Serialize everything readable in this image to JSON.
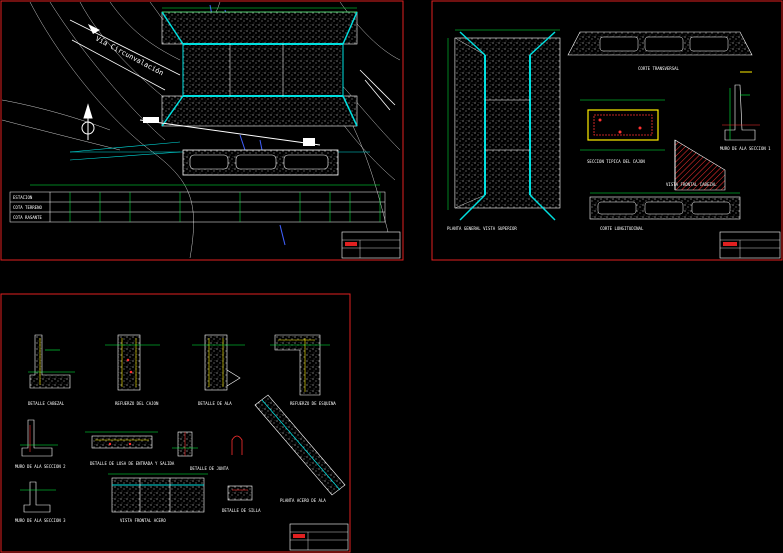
{
  "sheets": [
    {
      "id": "sheet-1",
      "title_block": "",
      "notes": [
        "Via Circunvalacion"
      ]
    },
    {
      "id": "sheet-2",
      "title_block": ""
    },
    {
      "id": "sheet-3",
      "title_block": ""
    }
  ],
  "labels": {
    "road_name": "Vía Circunvalación",
    "road_label_right": "",
    "plan_caption": "PLANTA GENERAL VISTA SUPERIOR",
    "section_caption": "CORTE TRANSVERSAL",
    "box_section_caption": "SECCION TIPICA DEL CAJON",
    "wing_caption": "MURO DE ALA SECCION 1",
    "detail_long_caption": "VISTA FRONTAL CABEZAL",
    "longitudinal_caption": "CORTE LONGITUDINAL",
    "detail_1": "DETALLE CABEZAL",
    "detail_2": "REFUERZO DEL CAJON",
    "detail_3": "DETALLE DE ALA",
    "detail_4": "REFUERZO DE ESQUINA",
    "detail_5": "MURO DE ALA SECCION 2",
    "detail_6": "DETALLE DE LOSA DE ENTRADA Y SALIDA",
    "detail_7": "DETALLE DE JUNTA",
    "detail_8": "PLANTA ACERO DE ALA",
    "detail_9": "MURO DE ALA SECCION 3",
    "detail_10": "VISTA FRONTAL ACERO",
    "detail_11": "DETALLE DE SILLA"
  },
  "table": {
    "rows": [
      "ESTACION",
      "COTA TERRENO",
      "COTA RASANTE"
    ]
  },
  "colors": {
    "background": "#000000",
    "frame": "#e02020",
    "line": "#ffffff",
    "wall": "#00e0e0",
    "dim": "#00ff40",
    "accent": "#ffee00",
    "rebar": "#ff3030",
    "water": "#4060ff"
  }
}
